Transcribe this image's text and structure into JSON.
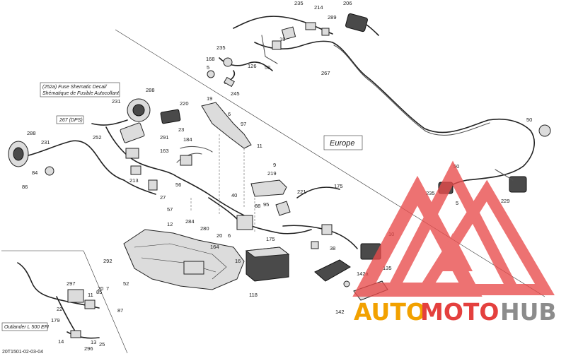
{
  "diagram": {
    "region_label": "Europe",
    "callout_fuse": [
      "(252a) Fuse Shematic Decal/",
      "Shématique de Fusible Autocollant"
    ],
    "callout_dps": "267 (DPS)",
    "inset_label": "Outlander L 500 EFI",
    "drawing_code": "20T1501-02-03-04",
    "part_numbers": {
      "p235a": "235",
      "p214": "214",
      "p206": "206",
      "p289": "289",
      "p235b": "235",
      "p18": "18",
      "p126": "126",
      "p50a": "50",
      "p168": "168",
      "p5a": "5",
      "p245": "245",
      "p267": "267",
      "p288a": "288",
      "p231a": "231",
      "p220": "220",
      "p19": "19",
      "p6a": "6",
      "p97": "97",
      "p23": "23",
      "p291": "291",
      "p252": "252",
      "p11a": "11",
      "p288b": "288",
      "p231b": "231",
      "p163": "163",
      "p184": "184",
      "p84": "84",
      "p86": "86",
      "p9": "9",
      "p219": "219",
      "p213": "213",
      "p27": "27",
      "p56": "56",
      "p57": "57",
      "p40": "40",
      "p88": "88",
      "p95": "95",
      "p221": "221",
      "p175a": "175",
      "p284": "284",
      "p280": "280",
      "p20a": "20",
      "p6b": "6",
      "p164": "164",
      "p175b": "175",
      "p12": "12",
      "p292": "292",
      "p52": "52",
      "p16": "16",
      "p118": "118",
      "p38": "38",
      "p10": "10",
      "p135": "135",
      "p142a": "142a",
      "p142": "142",
      "p50b": "50",
      "p5b": "5",
      "p235c": "235",
      "p229": "229",
      "p50c": "50",
      "p297": "297",
      "p11b": "11",
      "p85": "85",
      "p20b": "20",
      "p7": "7",
      "p87": "87",
      "p22": "22",
      "p179": "179",
      "p14": "14",
      "p13": "13",
      "p296": "296",
      "p25": "25"
    }
  },
  "watermark": {
    "brand_left": "AUTO",
    "brand_mid": "MOTO",
    "brand_right": "HUB",
    "color_left": "#F2A100",
    "color_mid": "#E4403E",
    "color_right": "#8C8C8C",
    "logo_color": "#E94B4B"
  }
}
